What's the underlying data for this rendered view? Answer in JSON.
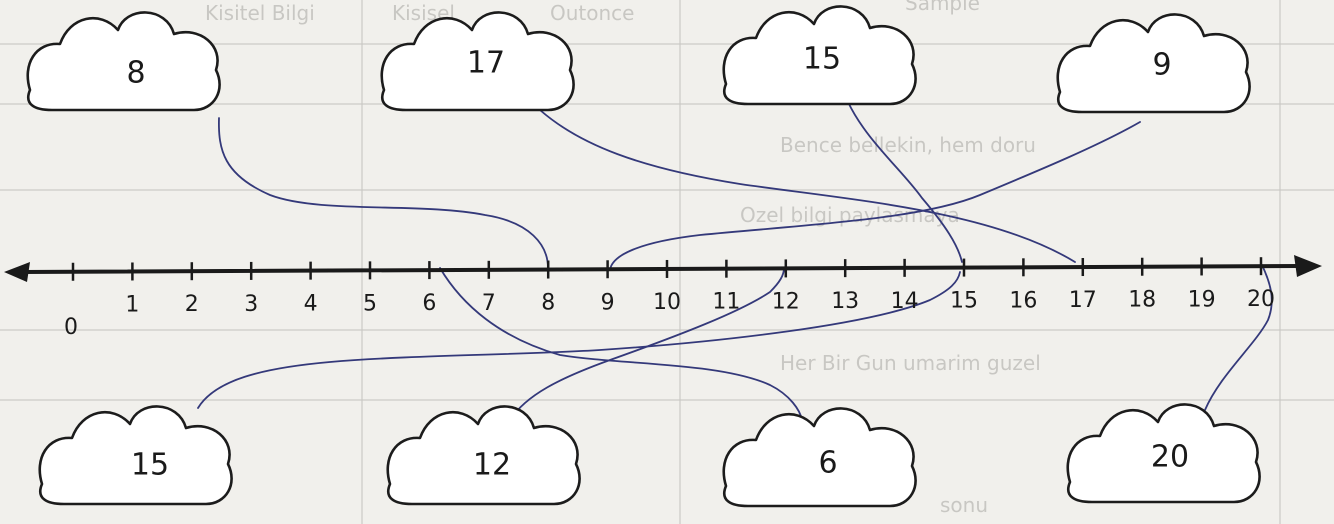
{
  "background_table": {
    "headers": [
      "Kisitel Bilgi",
      "Kisisel",
      "Outonce",
      "Sample"
    ],
    "row_texts": [
      "Bence bellekin, hem doru",
      "Ozel bilgi paylasmaya",
      "Her Bir Gun umarim guzel",
      "sonu"
    ]
  },
  "number_line": {
    "min": 0,
    "max": 20,
    "tick_labels": [
      "0",
      "1",
      "2",
      "3",
      "4",
      "5",
      "6",
      "7",
      "8",
      "9",
      "10",
      "11",
      "12",
      "13",
      "14",
      "15",
      "16",
      "17",
      "18",
      "19",
      "20"
    ]
  },
  "top_clouds": [
    {
      "value": "8",
      "target": 8
    },
    {
      "value": "17",
      "target": 17
    },
    {
      "value": "15",
      "target": 15
    },
    {
      "value": "9",
      "target": 9
    }
  ],
  "bottom_clouds": [
    {
      "value": "15",
      "target": 15
    },
    {
      "value": "12",
      "target": 12
    },
    {
      "value": "6",
      "target": 6
    },
    {
      "value": "20",
      "target": 20
    }
  ],
  "colors": {
    "line": "#1a1a1a",
    "connector": "#34397a",
    "cloud_fill": "#ffffff",
    "paper": "#f1f0ec"
  }
}
